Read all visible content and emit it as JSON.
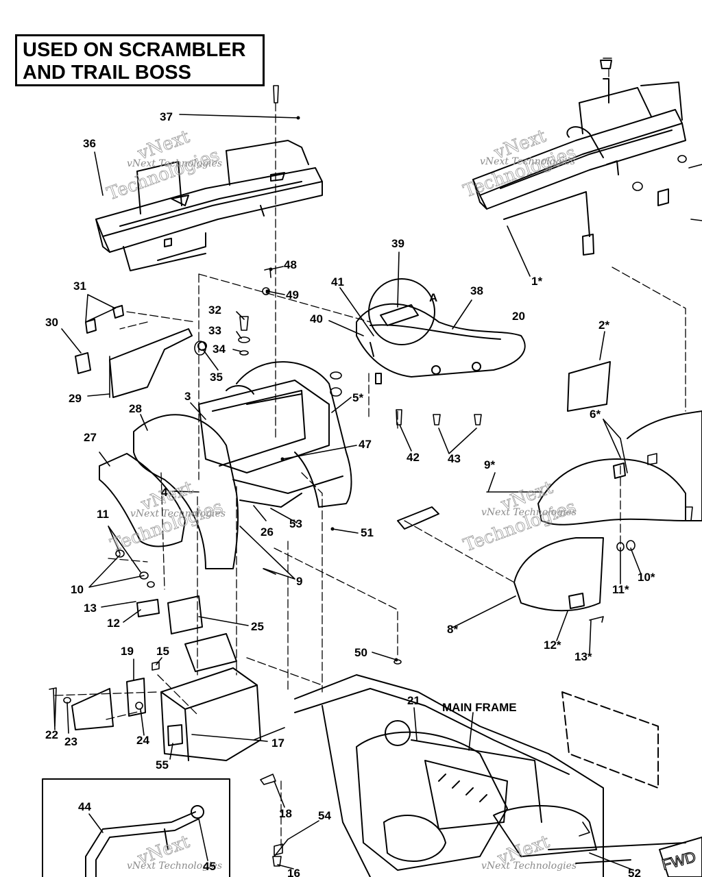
{
  "header": {
    "line1": "USED ON SCRAMBLER",
    "line2": "AND TRAIL BOSS"
  },
  "labels": {
    "main_frame": "MAIN FRAME",
    "detail_a": "A",
    "fwd": "FWD"
  },
  "watermark": {
    "small": "vNext Technologies",
    "big1": "vNext",
    "big2": "Technologies"
  },
  "callouts": [
    "37",
    "36",
    "1*",
    "48",
    "49",
    "39",
    "41",
    "38",
    "40",
    "20",
    "31",
    "32",
    "33",
    "34",
    "30",
    "35",
    "29",
    "3",
    "5*",
    "2*",
    "28",
    "27",
    "6*",
    "47",
    "42",
    "43",
    "9*",
    "4",
    "26",
    "53",
    "51",
    "11",
    "9",
    "10",
    "11*",
    "10*",
    "13",
    "12",
    "25",
    "8*",
    "12*",
    "13*",
    "19",
    "15",
    "50",
    "21",
    "22",
    "23",
    "24",
    "17",
    "55",
    "18",
    "44",
    "54",
    "45",
    "16",
    "52"
  ],
  "colors": {
    "ink": "#000000",
    "watermark": "#9a9a9a",
    "paper": "#ffffff"
  }
}
